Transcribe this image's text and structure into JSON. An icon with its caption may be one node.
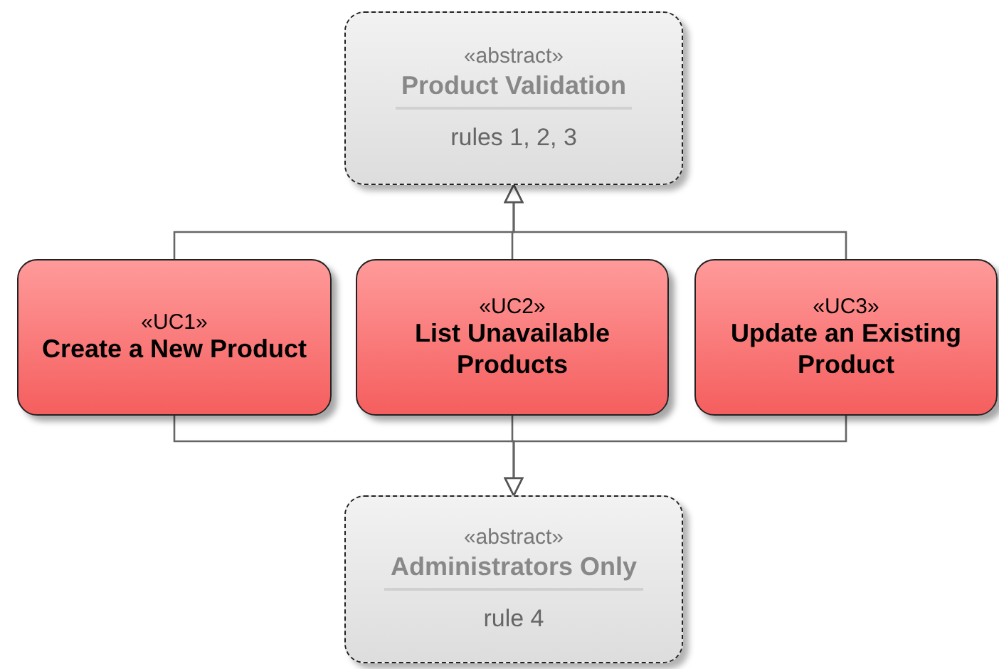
{
  "diagram": {
    "nodes": [
      {
        "text": [
          "«abstract»",
          "Product Validation",
          "rules 1, 2, 3"
        ]
      },
      {
        "text": [
          "«UC1»",
          "Create a New Product"
        ]
      },
      {
        "text": [
          "«UC2»",
          "List Unavailable Products"
        ]
      },
      {
        "text": [
          "«UC3»",
          "Update an Existing Product"
        ]
      },
      {
        "text": [
          "«abstract»",
          "Administrators Only",
          "rule 4"
        ]
      }
    ],
    "edges": [
      {
        "from": 1,
        "to": 0,
        "arrow": "to"
      },
      {
        "from": 2,
        "to": 0,
        "arrow": "to"
      },
      {
        "from": 3,
        "to": 0,
        "arrow": "to"
      },
      {
        "from": 1,
        "to": 4,
        "arrow": "to"
      },
      {
        "from": 2,
        "to": 4,
        "arrow": "to"
      },
      {
        "from": 3,
        "to": 4,
        "arrow": "to"
      }
    ]
  }
}
